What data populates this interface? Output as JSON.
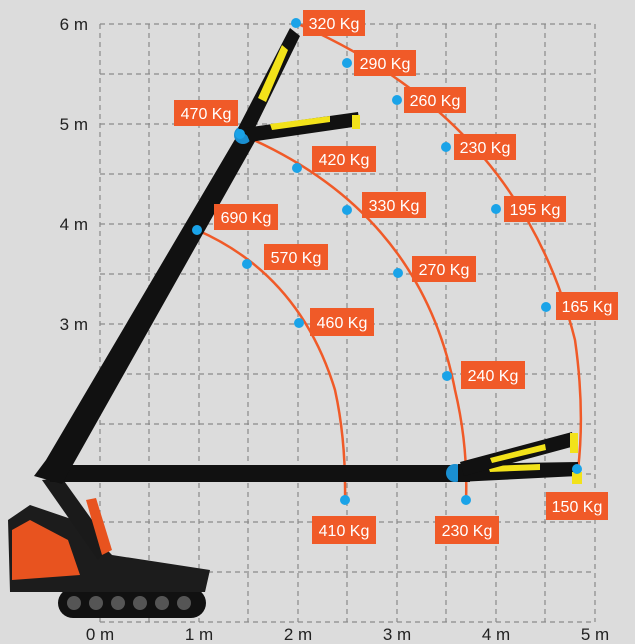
{
  "axes": {
    "x_ticks": [
      "0 m",
      "1 m",
      "2 m",
      "3 m",
      "4 m",
      "5 m"
    ],
    "y_ticks": [
      "3 m",
      "4 m",
      "5 m",
      "6 m"
    ]
  },
  "colors": {
    "background": "#dcdcdc",
    "grid": "#8a8a8a",
    "arc": "#f05a28",
    "point": "#1aa3e8",
    "label_bg": "#f05a28",
    "label_text": "#ffffff",
    "machine_body": "#111111",
    "machine_accent": "#e8531f",
    "jib_yellow": "#f2e21a",
    "jib_blue": "#1a8fd1"
  },
  "load_points": [
    {
      "label": "320 Kg"
    },
    {
      "label": "290 Kg"
    },
    {
      "label": "260 Kg"
    },
    {
      "label": "230 Kg"
    },
    {
      "label": "195 Kg"
    },
    {
      "label": "165 Kg"
    },
    {
      "label": "150 Kg"
    },
    {
      "label": "470 Kg"
    },
    {
      "label": "420 Kg"
    },
    {
      "label": "330 Kg"
    },
    {
      "label": "270 Kg"
    },
    {
      "label": "240 Kg"
    },
    {
      "label": "230 Kg"
    },
    {
      "label": "690 Kg"
    },
    {
      "label": "570 Kg"
    },
    {
      "label": "460 Kg"
    },
    {
      "label": "410 Kg"
    }
  ]
}
